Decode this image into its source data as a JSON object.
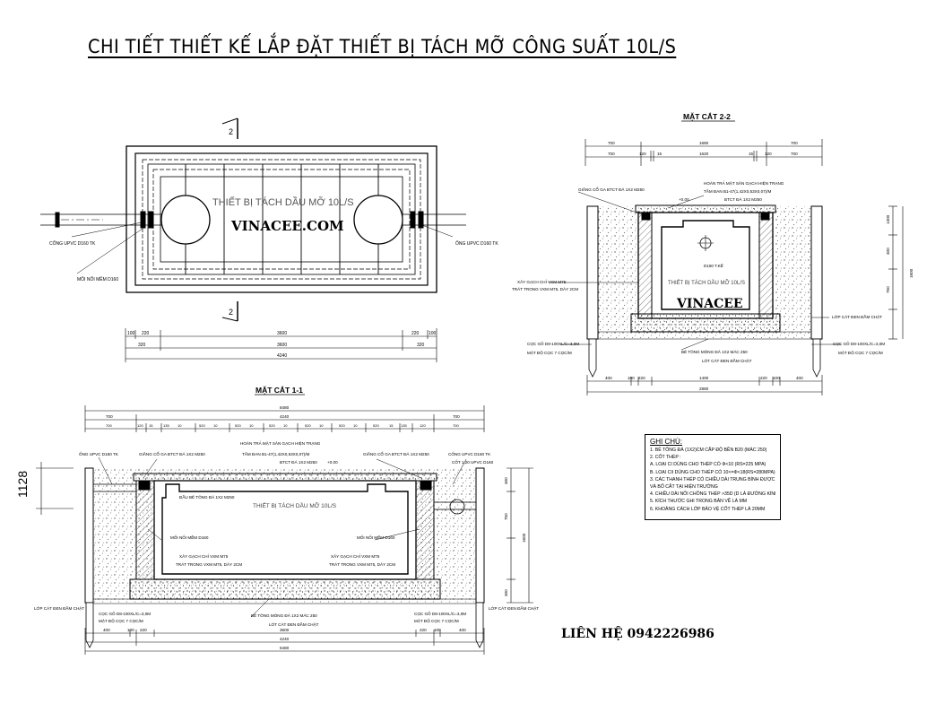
{
  "title": "CHI TIẾT THIẾT KẾ LẮP ĐẶT THIẾT BỊ TÁCH MỠ CÔNG SUẤT 10L/S",
  "contact": "LIÊN HỆ 0942226986",
  "plan": {
    "device_label": "THIẾT BỊ TÁCH DẦU MỠ 10L/S",
    "watermark": "VINACEE.COM",
    "section_mark": "2",
    "pipe_left": "CỐNG UPVC D160 TK",
    "pipe_right": "ỐNG UPVC D160 TK",
    "joint": "MỐI NỐI MỀM D160",
    "dims_row1": [
      "100",
      "220",
      "3600",
      "220",
      "100"
    ],
    "dims_row2": [
      "320",
      "3600",
      "320"
    ],
    "dims_row3": [
      "4240"
    ]
  },
  "section22": {
    "title": "MẶT CẮT 2-2",
    "watermark": "VINACEE",
    "device_label": "THIẾT BỊ TÁCH DẦU MỠ 10L/S",
    "dims_top1": [
      "700",
      "1680",
      "700"
    ],
    "dims_top2": [
      "700",
      "120",
      "15",
      "1620",
      "15",
      "120",
      "700"
    ],
    "dims_bottom1": [
      "400",
      "100",
      "220",
      "1400",
      "220",
      "100",
      "400"
    ],
    "dims_bottom2": [
      "2880"
    ],
    "levels_right": [
      "1300",
      "300",
      "750",
      "1600"
    ],
    "labels": {
      "finish": "HOÀN TRẢ MẶT SÂN GẠCH HIỆN TRẠNG",
      "slab": "TẤM ĐAN B1-47(1,42X0,53X0,07)/M",
      "btct": "BTCT ĐÁ 1X2 M250",
      "level": "+0.00",
      "cover": "GIẰNG CỔ GA BTCT ĐÁ 1X2 M250",
      "wall": "XÂY GẠCH CHỈ VXM M75",
      "plaster": "TRÁT TRONG VXM M75, DÀY 2CM",
      "outlet": "D160 T.KẾ",
      "sand": "LỚP CÁT ĐEN ĐẦM CHẶT",
      "piles": "CỌC GỖ D8-100XL/C=3,0M",
      "pile_density": "MẬT ĐỘ CỌC 7 CỌC/M",
      "base": "BÊ TÔNG MÓNG ĐÁ 1X2 MÁC 250",
      "sand_bottom": "LÓT CÁT ĐEN ĐẦM CHẶT"
    }
  },
  "section11": {
    "title": "MẶT CẮT 1-1",
    "device_label": "THIẾT BỊ TÁCH DẦU MỠ 10L/S",
    "dim_callout": "1128",
    "dims_top1": [
      "8480"
    ],
    "dims_top2": [
      "700",
      "4240",
      "700"
    ],
    "dims_top3": [
      "700",
      "120",
      "15",
      "135",
      "10",
      "520",
      "10",
      "520",
      "10",
      "520",
      "10",
      "520",
      "10",
      "520",
      "10",
      "520",
      "15",
      "135",
      "120",
      "700"
    ],
    "dims_bottom1": [
      "400",
      "100",
      "220",
      "3600",
      "220",
      "100",
      "400"
    ],
    "dims_bottom2": [
      "4240"
    ],
    "dims_bottom3": [
      "5480"
    ],
    "levels_right": [
      "300",
      "750",
      "1600",
      "300"
    ],
    "labels": {
      "pipe_in": "ỐNG UPVC D160 TK",
      "cover_left": "GIẰNG CỔ GA BTCT ĐÁ 1X2 M250",
      "finish": "HOÀN TRẢ MẶT SÂN GẠCH HIỆN TRẠNG",
      "slab": "TẤM ĐAN B1-47(1,42X0,53X0,07)/M",
      "btct": "BTCT ĐÁ 1X2 M250",
      "level": "+0.00",
      "cover_right": "GIẰNG CỔ GA BTCT ĐÁ 1X2 M250",
      "pipe_out": "CỐNG UPVC D160 TK",
      "pipe_level": "CỐT 1,20 UPVC D160",
      "cap": "ĐẦU BÊ TÔNG ĐÁ 1X2 M250",
      "joint_left": "MỐI NỐI MỀM D160",
      "joint_right": "MỐI NỐI MỀM D160",
      "wall_left": "XÂY GẠCH CHỈ VXM M75",
      "plaster_left": "TRÁT TRONG VXM M75, DÀY 2CM",
      "wall_right": "XÂY GẠCH CHỈ VXM M75",
      "plaster_right": "TRÁT TRONG VXM M75, DÀY 2CM",
      "sand_left": "LỚP CÁT ĐEN ĐẦM CHẶT",
      "sand_right": "LỚP CÁT ĐEN ĐẦM CHẶT",
      "piles_left": "CỌC GỖ D8-100XL/C=3,0M",
      "density_left": "MẬT ĐỘ CỌC 7 CỌC/M",
      "base": "BÊ TÔNG MÓNG ĐÁ 1X2 MÁC 250",
      "sand_bottom": "LÓT CÁT ĐEN ĐẦM CHẶT",
      "piles_right": "CỌC GỖ D8-100XL/C=3,0M",
      "density_right": "MẬT ĐỘ CỌC 7 CỌC/M"
    }
  },
  "notes": {
    "heading": "GHI CHÚ:",
    "items": [
      "1. BÊ TÔNG ĐÁ (1X2)CM CẤP ĐỘ BỀN B20 (MÁC 250)",
      "2. CỐT THÉP :",
      "  A. LOẠI CI DÙNG CHO THÉP CÓ Φ<10 (RS=225 MPA)",
      "  B. LOẠI CII DÙNG CHO THÉP CÓ 10<=Φ<18(RS=280MPA)",
      "3. CÁC THANH THÉP CÓ CHIỀU DÀI TRUNG BÌNH ĐƯỢC XÁC ĐỊNH",
      "   VÀ BỐ CẮT TẠI HIỆN TRƯỜNG",
      "4. CHIỀU DÀI NỐI CHỒNG THÉP >35D (D LÀ ĐƯỜNG KÍNH CỐT THÉP)",
      "5. KÍCH THƯỚC GHI TRONG BẢN VẼ LÀ MM",
      "6. KHOẢNG CÁCH LỚP BẢO VỆ CỐT THÉP LÀ 20MM"
    ]
  }
}
